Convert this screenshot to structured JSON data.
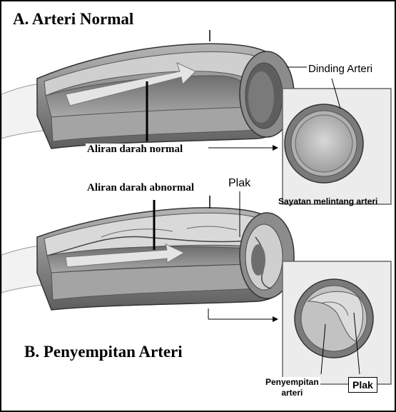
{
  "diagram": {
    "section_a_title": "A. Arteri Normal",
    "section_b_title": "B. Penyempitan Arteri",
    "labels": {
      "dinding_arteri": "Dinding Arteri",
      "aliran_normal": "Aliran darah normal",
      "sayatan": "Sayatan melintang arteri",
      "aliran_abnormal": "Aliran darah abnormal",
      "plak_top": "Plak",
      "penyempitan_line1": "Penyempitan",
      "penyempitan_line2": "arteri",
      "plak_bottom": "Plak"
    }
  }
}
